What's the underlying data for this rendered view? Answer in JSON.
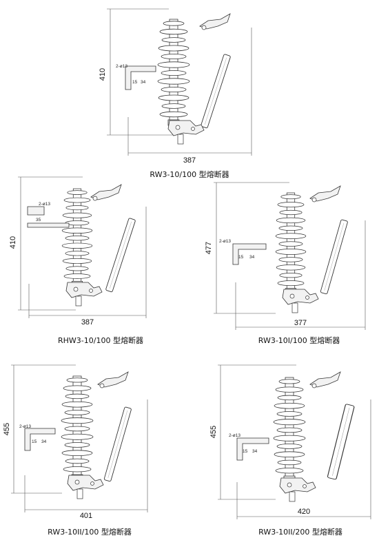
{
  "diagrams": [
    {
      "caption": "RW3-10/100 型熔断器",
      "height_label": "410",
      "width_label": "387",
      "hole_label": "2-ø13",
      "spacing_a": "15",
      "spacing_b": "34"
    },
    {
      "caption": "RHW3-10/100 型熔断器",
      "height_label": "410",
      "width_label": "387",
      "hole_label": "2-ø13",
      "spacing_a": "35"
    },
    {
      "caption": "RW3-10I/100 型熔断器",
      "height_label": "477",
      "width_label": "377",
      "hole_label": "2-ø13",
      "spacing_a": "15",
      "spacing_b": "34"
    },
    {
      "caption": "RW3-10II/100 型熔断器",
      "height_label": "455",
      "width_label": "401",
      "hole_label": "2-ø13",
      "spacing_a": "15",
      "spacing_b": "34"
    },
    {
      "caption": "RW3-10II/200 型熔断器",
      "height_label": "455",
      "width_label": "420",
      "hole_label": "2-ø13",
      "spacing_a": "15",
      "spacing_b": "34"
    }
  ]
}
